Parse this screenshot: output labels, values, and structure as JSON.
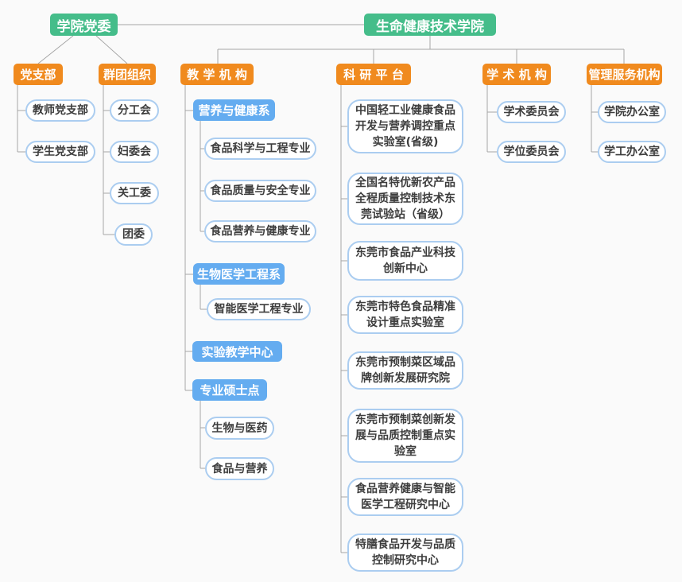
{
  "org": {
    "roots": [
      {
        "label": "学院党委"
      },
      {
        "label": "生命健康技术学院"
      }
    ],
    "party": {
      "label": "党支部",
      "children": [
        {
          "label": "教师党支部"
        },
        {
          "label": "学生党支部"
        }
      ]
    },
    "mass": {
      "label": "群团组织",
      "children": [
        {
          "label": "分工会"
        },
        {
          "label": "妇委会"
        },
        {
          "label": "关工委"
        },
        {
          "label": "团委"
        }
      ]
    },
    "teaching": {
      "label": "教 学 机 构",
      "departments": [
        {
          "label": "营养与健康系",
          "majors": [
            {
              "label": "食品科学与工程专业"
            },
            {
              "label": "食品质量与安全专业"
            },
            {
              "label": "食品营养与健康专业"
            }
          ]
        },
        {
          "label": "生物医学工程系",
          "majors": [
            {
              "label": "智能医学工程专业"
            }
          ]
        },
        {
          "label": "实验教学中心",
          "majors": []
        },
        {
          "label": "专业硕士点",
          "majors": [
            {
              "label": "生物与医药"
            },
            {
              "label": "食品与营养"
            }
          ]
        }
      ]
    },
    "research": {
      "label": "科 研 平 台",
      "children": [
        {
          "label": "中国轻工业健康食品开发与营养调控重点实验室(省级)"
        },
        {
          "label": "全国名特优新农产品全程质量控制技术东莞试验站（省级）"
        },
        {
          "label": "东莞市食品产业科技创新中心"
        },
        {
          "label": "东莞市特色食品精准设计重点实验室"
        },
        {
          "label": "东莞市预制菜区域品牌创新发展研究院"
        },
        {
          "label": "东莞市预制菜创新发展与品质控制重点实验室"
        },
        {
          "label": "食品营养健康与智能医学工程研究中心"
        },
        {
          "label": "特膳食品开发与品质控制研究中心"
        }
      ]
    },
    "academic": {
      "label": "学 术 机 构",
      "children": [
        {
          "label": "学术委员会"
        },
        {
          "label": "学位委员会"
        }
      ]
    },
    "admin": {
      "label": "管理服务机构",
      "children": [
        {
          "label": "学院办公室"
        },
        {
          "label": "学工办公室"
        }
      ]
    },
    "colors": {
      "root_green": "#45BD8A",
      "branch_orange": "#F08A1E",
      "dept_blue": "#64ACF0",
      "pill_border": "#ABCDF0",
      "connector": "#A6A6A6",
      "text_light": "#FFFFFF",
      "text_dark": "#3D3D3D",
      "background": "#FAFAFA"
    }
  }
}
